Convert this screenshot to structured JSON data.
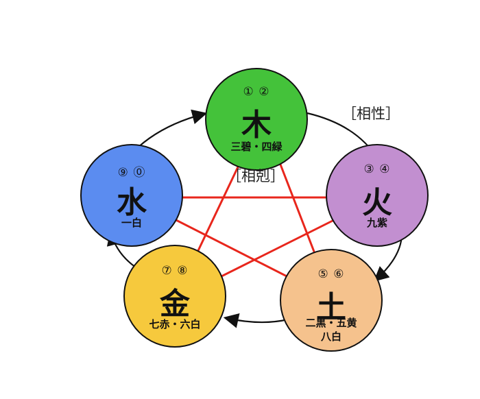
{
  "diagram": {
    "relation_labels": {
      "generating": "［相性］",
      "overcoming": "［相剋］"
    },
    "elements": [
      {
        "key": "wood",
        "char": "木",
        "nums": "① ②",
        "sub": "三碧・四緑",
        "sub2": "",
        "color": "#44c23a"
      },
      {
        "key": "fire",
        "char": "火",
        "nums": "③ ④",
        "sub": "九紫",
        "sub2": "",
        "color": "#c28fd0"
      },
      {
        "key": "earth",
        "char": "土",
        "nums": "⑤ ⑥",
        "sub": "二黒・五黄",
        "sub2": "八白",
        "color": "#f5c28d"
      },
      {
        "key": "metal",
        "char": "金",
        "nums": "⑦ ⑧",
        "sub": "七赤・六白",
        "sub2": "",
        "color": "#f6c93d"
      },
      {
        "key": "water",
        "char": "水",
        "nums": "⑨ ⓪",
        "sub": "一白",
        "sub2": "",
        "color": "#5b8cf0"
      }
    ],
    "colors": {
      "star_lines": "#e8261c",
      "cycle_arrows": "#111111",
      "circle_outline": "#111111"
    }
  }
}
